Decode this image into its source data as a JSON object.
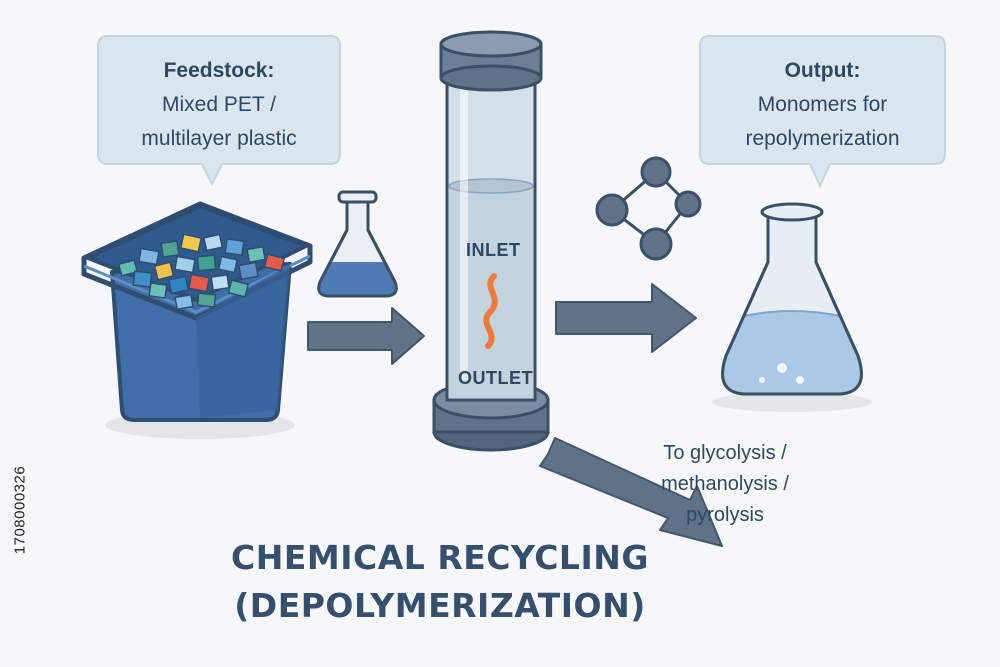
{
  "feedstock": {
    "heading": "Feedstock:",
    "line1": "Mixed PET /",
    "line2": "multilayer plastic"
  },
  "output": {
    "heading": "Output:",
    "line1": "Monomers for",
    "line2": "repolymerization"
  },
  "reactor": {
    "inlet_label": "INLET",
    "outlet_label": "OUTLET"
  },
  "routes": {
    "line1": "To glycolysis /",
    "line2": "methanolysis /",
    "line3": "pyrolysis"
  },
  "title": {
    "line1": "CHEMICAL RECYCLING",
    "line2": "(DEPOLYMERIZATION)"
  },
  "stock_id": "1708000326",
  "colors": {
    "outline": "#3a5068",
    "bin_blue": "#3f6fa8",
    "bubble_fill": "#dbe5ee",
    "arrow": "#5f7388",
    "liquid": "#a9c9e6",
    "heat_wave": "#f07a3c"
  }
}
